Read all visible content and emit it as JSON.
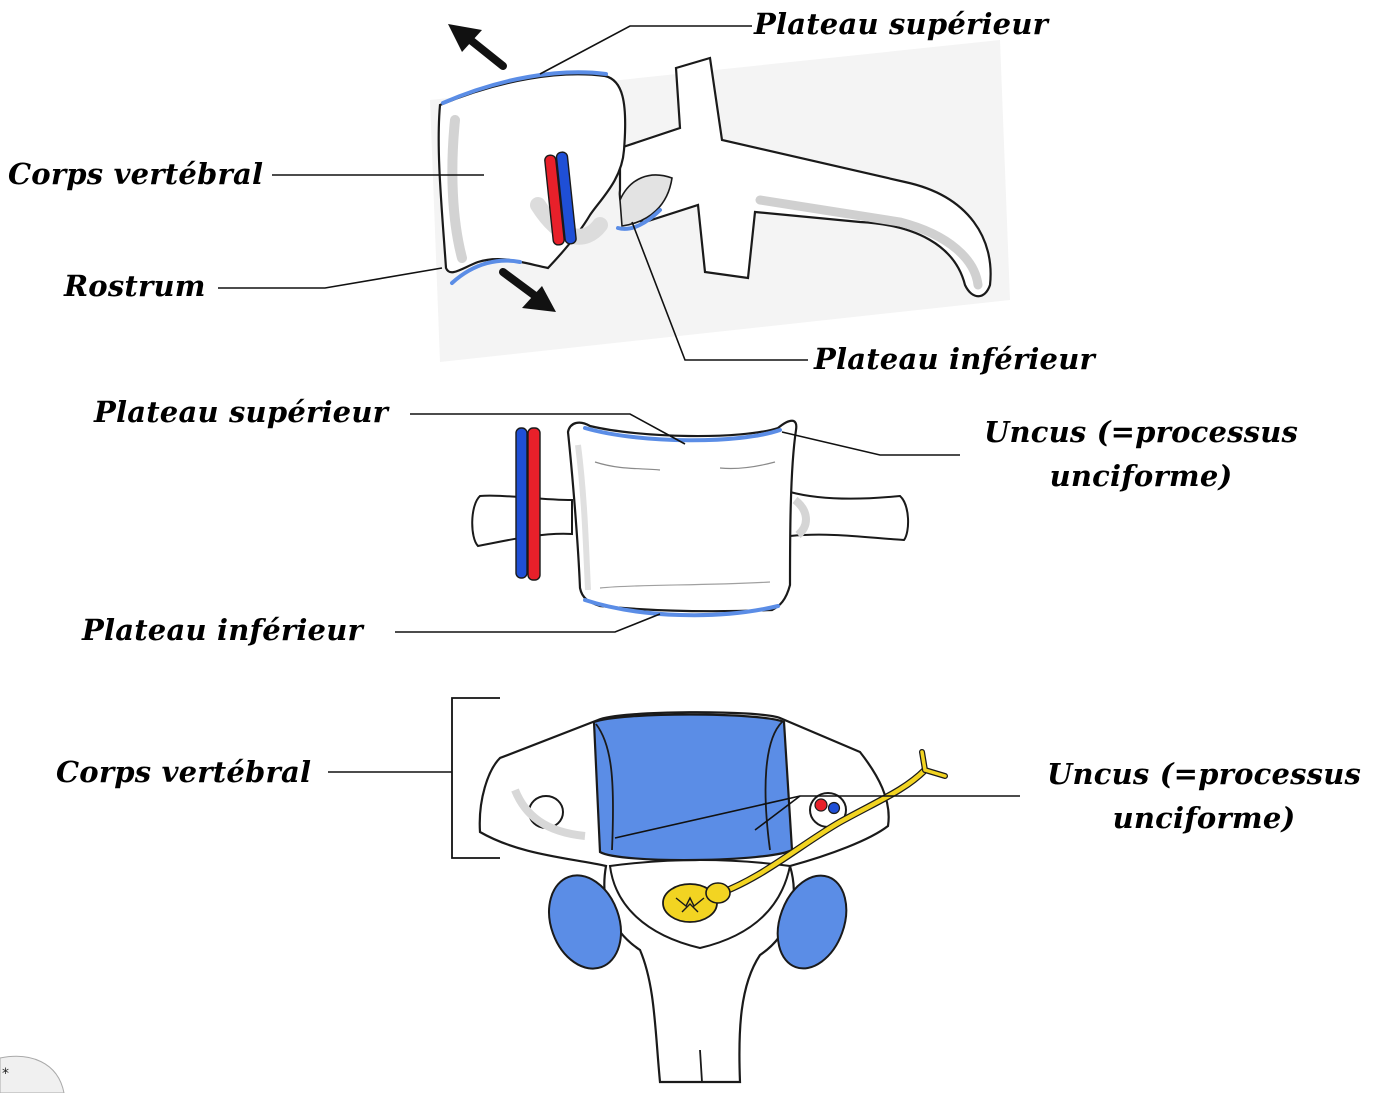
{
  "colors": {
    "bone_fill": "#ffffff",
    "bone_stroke": "#1a1a1a",
    "bone_shade": "#cfcfcf",
    "endplate_blue": "#5b8de6",
    "artery_red": "#e8202a",
    "vein_blue": "#1f4fd6",
    "nerve_yellow": "#f2d422",
    "label_text": "#000000"
  },
  "lateral_view": {
    "labels": {
      "plateau_superieur": "Plateau supérieur",
      "corps_vertebral": "Corps vertébral",
      "rostrum": "Rostrum",
      "plateau_inferieur": "Plateau inférieur"
    }
  },
  "anterior_view": {
    "labels": {
      "plateau_superieur": "Plateau supérieur",
      "uncus_line1": "Uncus (=processus",
      "uncus_line2": "unciforme)",
      "plateau_inferieur": "Plateau inférieur"
    }
  },
  "superior_view": {
    "labels": {
      "corps_vertebral": "Corps vertébral",
      "uncus_line1": "Uncus (=processus",
      "uncus_line2": "unciforme)"
    }
  }
}
